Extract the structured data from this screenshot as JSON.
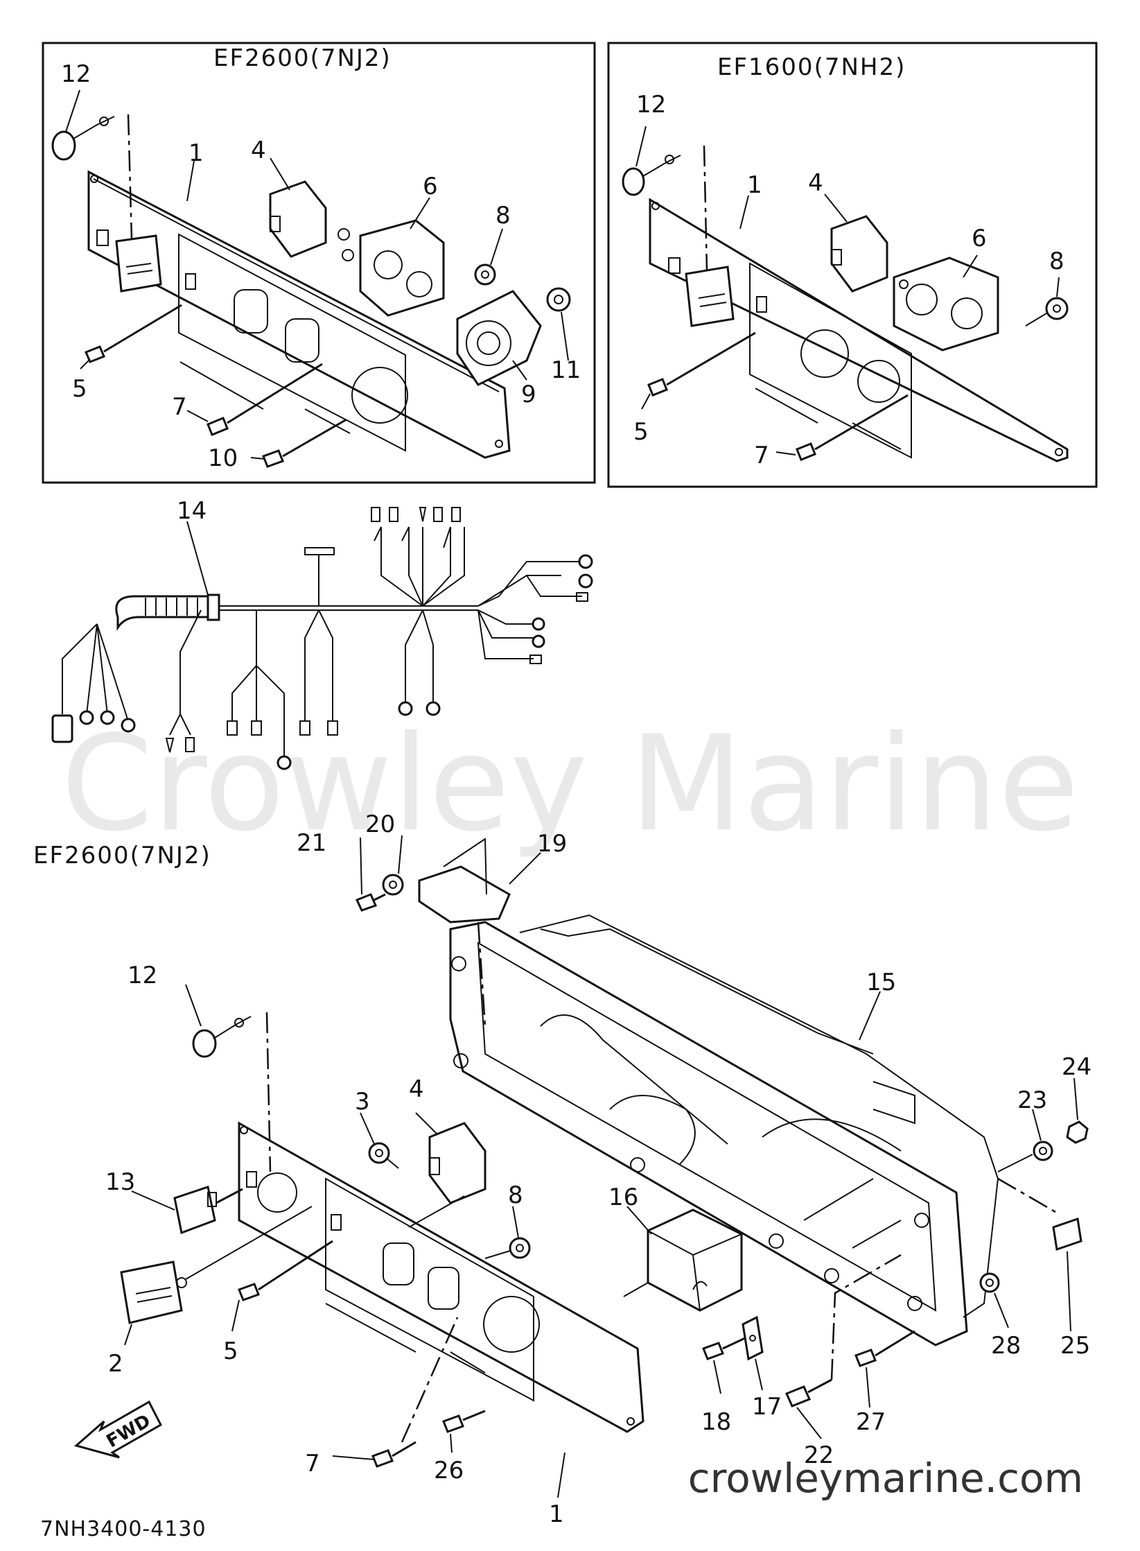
{
  "watermark": "Crowley Marine",
  "site_url": "crowleymarine.com",
  "drawing_code": "7NH3400-4130",
  "fwd_arrow_label": "FWD",
  "panels": {
    "top_left_title": "EF2600(7NJ2)",
    "top_right_title": "EF1600(7NH2)",
    "bottom_title": "EF2600(7NJ2)"
  },
  "callouts_top_left": [
    "12",
    "1",
    "4",
    "6",
    "8",
    "5",
    "7",
    "10",
    "9",
    "11"
  ],
  "callouts_top_right": [
    "12",
    "1",
    "4",
    "6",
    "8",
    "5",
    "7"
  ],
  "callouts_harness": [
    "14"
  ],
  "callouts_bottom": [
    "20",
    "21",
    "19",
    "15",
    "12",
    "24",
    "23",
    "3",
    "4",
    "13",
    "8",
    "16",
    "2",
    "5",
    "28",
    "25",
    "17",
    "18",
    "27",
    "22",
    "7",
    "26",
    "1"
  ],
  "icons": [
    "fwd-arrow-icon"
  ]
}
